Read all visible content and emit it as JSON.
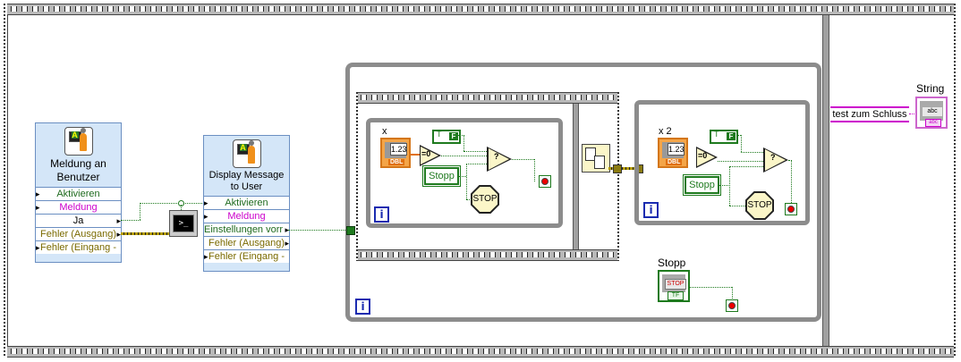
{
  "diagram": {
    "type": "LabVIEW block diagram",
    "outer_sequence": {
      "frames": 2
    }
  },
  "express_vi_1": {
    "title_line1": "Meldung an",
    "title_line2": "Benutzer",
    "icon": "display-message-icon",
    "terminals": [
      {
        "label": "Aktivieren",
        "color": "#1f6b1f",
        "dir": "in"
      },
      {
        "label": "Meldung",
        "color": "#cc00cc",
        "dir": "in"
      },
      {
        "label": "Ja",
        "color": "#000000",
        "dir": "out"
      },
      {
        "label": "Fehler (Ausgang)",
        "color": "#7a6a00",
        "dir": "out"
      },
      {
        "label": "Fehler (Eingang -",
        "color": "#7a6a00",
        "dir": "in"
      }
    ]
  },
  "express_vi_2": {
    "title_line1": "Display Message",
    "title_line2": "to User",
    "icon": "display-message-icon",
    "terminals": [
      {
        "label": "Aktivieren",
        "color": "#1f6b1f",
        "dir": "in"
      },
      {
        "label": "Meldung",
        "color": "#cc00cc",
        "dir": "in"
      },
      {
        "label": "Einstellungen vorr",
        "color": "#1f6b1f",
        "dir": "out"
      },
      {
        "label": "Fehler (Ausgang)",
        "color": "#7a6a00",
        "dir": "out"
      },
      {
        "label": "Fehler (Eingang -",
        "color": "#7a6a00",
        "dir": "in"
      }
    ]
  },
  "console_node": {
    "icon": "command-prompt-icon",
    "glyph": ">_"
  },
  "loop1": {
    "control_label": "x",
    "numeric_value": "1.23",
    "numeric_type": "DBL",
    "compare_label": "=0",
    "bool_const_label": "F",
    "stop_button_label": "Stopp",
    "stop_sign_label": "STOP",
    "iteration_label": "i"
  },
  "loop2": {
    "control_label": "x 2",
    "numeric_value": "1.23",
    "numeric_type": "DBL",
    "compare_label": "=0",
    "bool_const_label": "F",
    "stop_button_label": "Stopp",
    "stop_sign_label": "STOP",
    "iteration_label": "i"
  },
  "outer_loop": {
    "iteration_label": "i",
    "stop_control_label": "Stopp",
    "stop_control_text": "STOP",
    "stop_control_type": "TF"
  },
  "final_frame": {
    "string_constant": "test zum Schluss",
    "indicator_label": "String",
    "indicator_text": "abc",
    "indicator_type": "abc"
  }
}
